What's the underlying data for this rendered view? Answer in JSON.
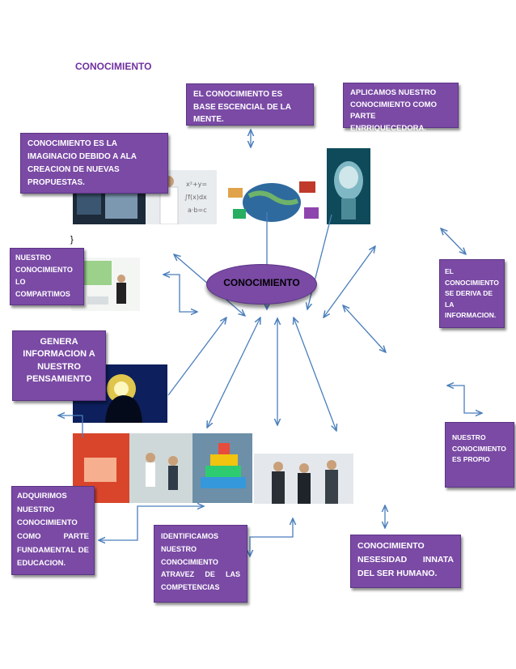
{
  "page": {
    "title": "CONOCIMIENTO",
    "stray_char": "}"
  },
  "center": {
    "label": "CONOCIMIENTO"
  },
  "boxes": {
    "base": "EL CONOCIMIENTO ES BASE ESCENCIAL DE LA MENTE.",
    "aplicamos": "APLICAMOS NUESTRO CONOCIMIENTO COMO PARTE ENRRIQUECEDORA.",
    "imaginacion": "CONOCIMIENTO ES LA IMAGINACIO DEBIDO A ALA CREACION DE NUEVAS PROPUESTAS.",
    "compartimos": "NUESTRO CONOCIMIENTO LO COMPARTIMOS",
    "deriva": "EL CONOCIMIENTO SE DERIVA DE LA INFORMACION.",
    "genera": "GENERA INFORMACION A NUESTRO PENSAMIENTO",
    "propio": "NUESTRO CONOCIMIENTO ES PROPIO",
    "adquirimos": "ADQUIRIMOS NUESTRO CONOCIMIENTO COMO PARTE FUNDAMENTAL DE EDUCACION.",
    "identificamos": "IDENTIFICAMOS NUESTRO CONOCIMIENTO ATRAVEZ DE LAS COMPETENCIAS",
    "necesidad": "CONOCIMIENTO NESESIDAD INNATA DEL SER HUMANO."
  },
  "colors": {
    "box_fill": "#7a4aa5",
    "title": "#7030a0",
    "arrow": "#4a7ebb"
  }
}
